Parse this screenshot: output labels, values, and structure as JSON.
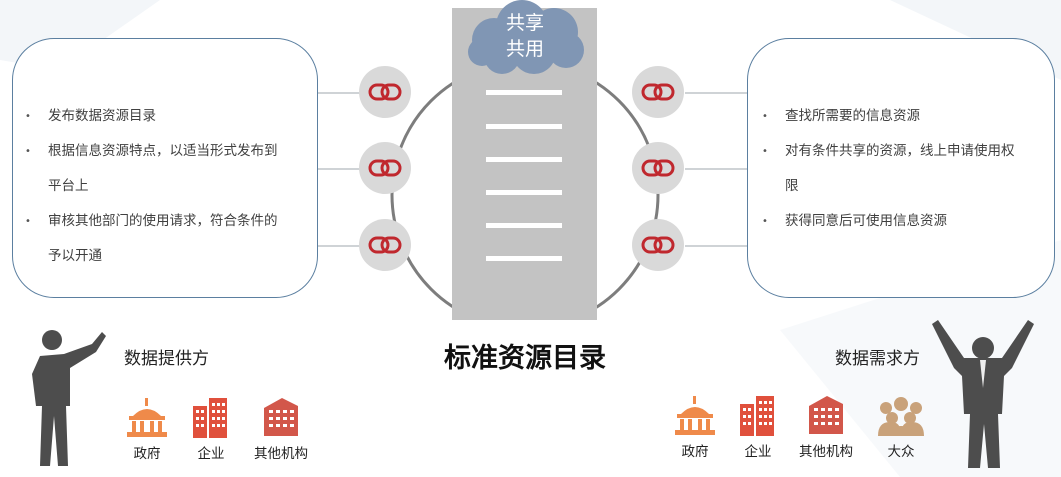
{
  "provider_panel": {
    "items": [
      {
        "bullet": "•",
        "text": "发布数据资源目录"
      },
      {
        "bullet": "•",
        "text": "根据信息资源特点，以适当形式发布到"
      },
      {
        "bullet": "",
        "text": "平台上"
      },
      {
        "bullet": "•",
        "text": "审核其他部门的使用请求，符合条件的"
      },
      {
        "bullet": "",
        "text": "予以开通"
      }
    ]
  },
  "consumer_panel": {
    "items": [
      {
        "bullet": "•",
        "text": "查找所需要的信息资源"
      },
      {
        "bullet": "•",
        "text": "对有条件共享的资源，线上申请使用权"
      },
      {
        "bullet": "",
        "text": "限"
      },
      {
        "bullet": "•",
        "text": "获得同意后可使用信息资源"
      }
    ]
  },
  "center": {
    "cloud_line1": "共享",
    "cloud_line2": "共用",
    "title": "标准资源目录"
  },
  "provider": {
    "title": "数据提供方",
    "entities": [
      {
        "label": "政府",
        "icon": "government-building-icon"
      },
      {
        "label": "企业",
        "icon": "office-buildings-icon"
      },
      {
        "label": "其他机构",
        "icon": "institution-building-icon"
      }
    ]
  },
  "consumer": {
    "title": "数据需求方",
    "entities": [
      {
        "label": "政府",
        "icon": "government-building-icon"
      },
      {
        "label": "企业",
        "icon": "office-buildings-icon"
      },
      {
        "label": "其他机构",
        "icon": "institution-building-icon"
      },
      {
        "label": "大众",
        "icon": "crowd-icon"
      }
    ]
  },
  "colors": {
    "panel_border": "#5b7fa0",
    "tower": "#c3c3c3",
    "cloud": "#8096b4",
    "link_red": "#c0282e",
    "icon_orange": "#ef8a4a",
    "icon_red": "#e0503c",
    "icon_tan": "#c9a27a"
  }
}
